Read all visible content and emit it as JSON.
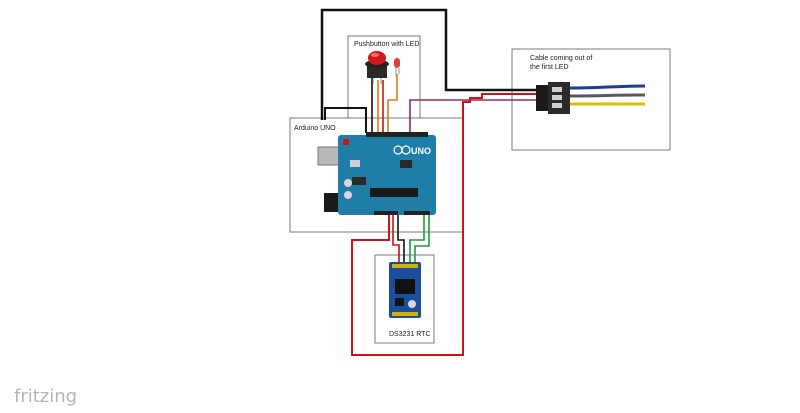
{
  "diagram": {
    "arduino_label": "Arduino UNO",
    "pushbutton_label": "Pushbutton with LED",
    "cable_label_line1": "Cable coming out of",
    "cable_label_line2": "the first LED",
    "rtc_label": "DS3231 RTC",
    "board_logo_text": "UNO",
    "watermark": "fritzing"
  },
  "colors": {
    "board_blue": "#1f7ea8",
    "wire_black": "#111111",
    "wire_red": "#c81414",
    "wire_green": "#1e9b3a",
    "wire_orange": "#e07b1a",
    "wire_yellow": "#d8c200",
    "wire_purple": "#8a2c6c",
    "wire_blue": "#1b3f8f",
    "button_red": "#d01818",
    "led_red": "#e04040"
  }
}
